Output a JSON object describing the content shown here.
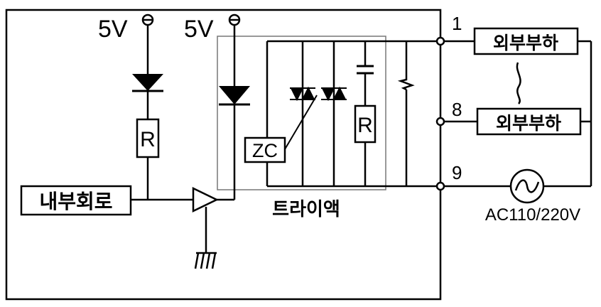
{
  "supply": {
    "left": "5V",
    "right": "5V"
  },
  "labels": {
    "internal_circuit": "내부회로",
    "triac_module": "트라이액",
    "zero_cross": "ZC",
    "resistor_1": "R",
    "resistor_2": "R"
  },
  "terminals": {
    "t1": "1",
    "t8": "8",
    "t9": "9"
  },
  "loads": {
    "load_1": "외부부하",
    "load_8": "외부부하"
  },
  "ac_source": {
    "label": "AC110/220V"
  }
}
